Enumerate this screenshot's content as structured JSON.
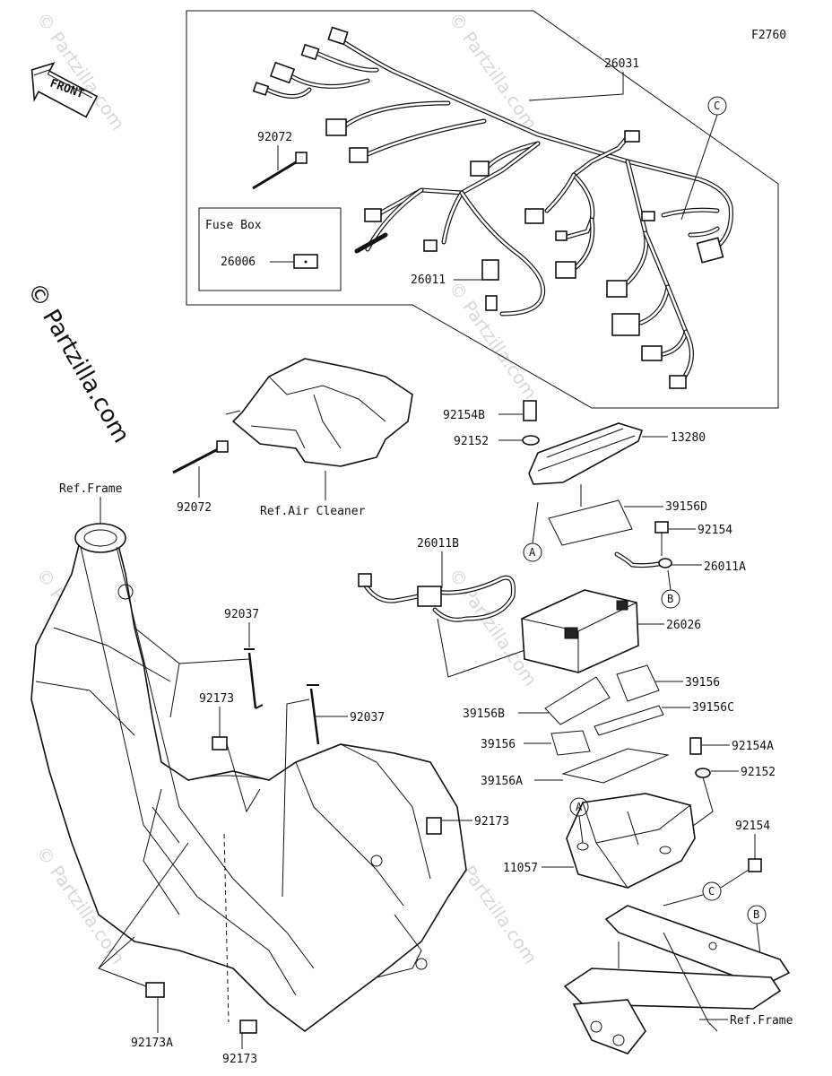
{
  "diagram_id": "F2760",
  "front_label": "FRONT",
  "watermark": {
    "side_text": "© Partzilla.com",
    "tile_text": "© Partzilla.com"
  },
  "fuse_box": {
    "title": "Fuse Box",
    "part": "26006"
  },
  "callouts": {
    "A": "A",
    "B": "B",
    "C": "C"
  },
  "parts": {
    "p26031": "26031",
    "p92072_top": "92072",
    "p26011": "26011",
    "p92154B": "92154B",
    "p92152_top": "92152",
    "p13280": "13280",
    "p39156D": "39156D",
    "p92154_mid": "92154",
    "p26011B": "26011B",
    "p26011A": "26011A",
    "p26026": "26026",
    "p92072_mid": "92072",
    "ref_air_cleaner": "Ref.Air Cleaner",
    "ref_frame_top": "Ref.Frame",
    "p92037_a": "92037",
    "p92037_b": "92037",
    "p92173_a": "92173",
    "p39156": "39156",
    "p39156B": "39156B",
    "p39156C": "39156C",
    "p39156_b": "39156",
    "p92154A": "92154A",
    "p39156A": "39156A",
    "p92152_low": "92152",
    "p92173_b": "92173",
    "p92154_low": "92154",
    "p11057": "11057",
    "p92173A": "92173A",
    "p92173_c": "92173",
    "ref_frame_bottom": "Ref.Frame"
  }
}
